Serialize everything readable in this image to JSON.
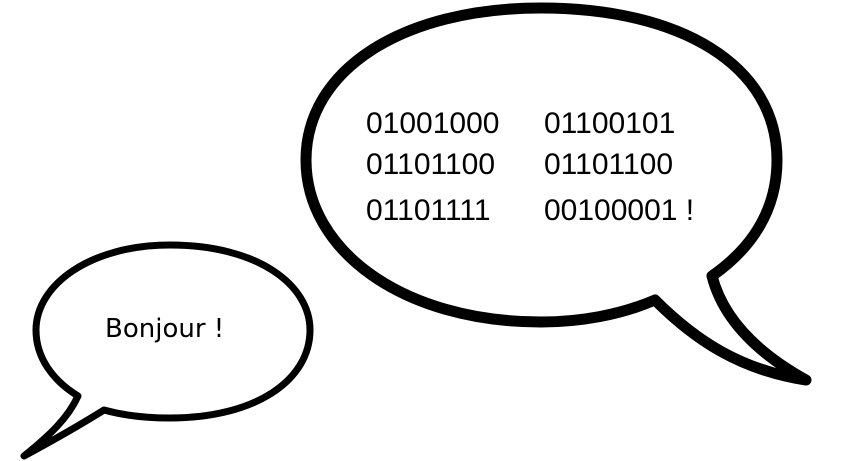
{
  "colors": {
    "background": "#ffffff",
    "outline": "#000000",
    "text": "#000000"
  },
  "large_bubble": {
    "rows": [
      {
        "left": "01001000",
        "right": "01100101"
      },
      {
        "left": "01101100",
        "right": "01101100"
      },
      {
        "left": "01101111",
        "right": "00100001 !"
      }
    ]
  },
  "small_bubble": {
    "text": "Bonjour !"
  }
}
